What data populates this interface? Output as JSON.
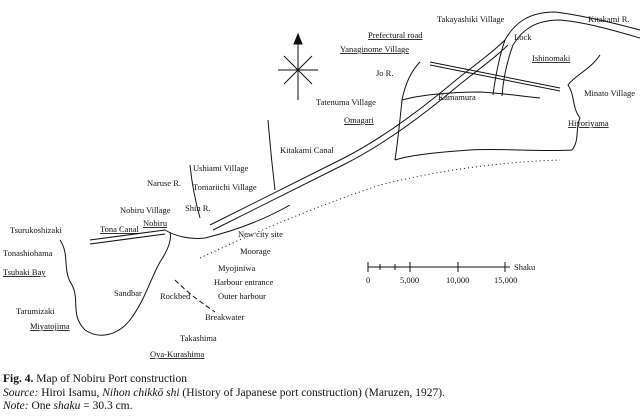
{
  "map": {
    "labels": {
      "takayashiki_village": "Takayashiki Village",
      "kitakami_r": "Kitakami R.",
      "lock": "Lock",
      "prefectural_road": "Prefectural road",
      "yanaginome_village": "Yanaginome Village",
      "ishinomaki": "Ishinomaki",
      "jo_r": "Jo R.",
      "kamamura": "Kamamura",
      "minato_village": "Minato Village",
      "tatenuma_village": "Tatenuma Village",
      "omagari": "Omagari",
      "hiyoriyama": "Hiyoriyama",
      "kitakami_canal": "Kitakami Canal",
      "ushiami_village": "Ushiami Village",
      "naruse_r": "Naruse R.",
      "tomariichi_village": "Tomariichi Village",
      "nobiru_village": "Nobiru Village",
      "shin_r": "Shin R.",
      "nobiru": "Nobiru",
      "tsurukoshizaki": "Tsurukoshizaki",
      "tona_canal": "Tona Canal",
      "new_city_site": "New city site",
      "tonashiohama": "Tonashiohama",
      "moorage": "Moorage",
      "myojiniwa": "Myojiniwa",
      "tsubaki_bay": "Tsubaki Bay",
      "harbour_entrance": "Harbour entrance",
      "sandbar": "Sandbar",
      "tarumizaki": "Tarumizaki",
      "rockbed": "Rockbed",
      "outer_harbour": "Outer harbour",
      "miyatojima": "Miyatojima",
      "breakwater": "Breakwater",
      "takashima": "Takashima",
      "oya_kurashima": "Oya-Kurashima"
    },
    "scale": {
      "unit": "Shaku",
      "ticks": [
        "0",
        "5,000",
        "10,000",
        "15,000"
      ]
    }
  },
  "caption": {
    "fig_label": "Fig. 4.",
    "fig_title": "Map of Nobiru Port construction",
    "source_label": "Source:",
    "source_author": "Hiroi Isamu,",
    "source_title": "Nihon chikkō shi",
    "source_rest": "(History of Japanese port construction) (Maruzen, 1927).",
    "note_label": "Note:",
    "note_pre": "One",
    "note_term": "shaku",
    "note_post": "= 30.3 cm."
  }
}
